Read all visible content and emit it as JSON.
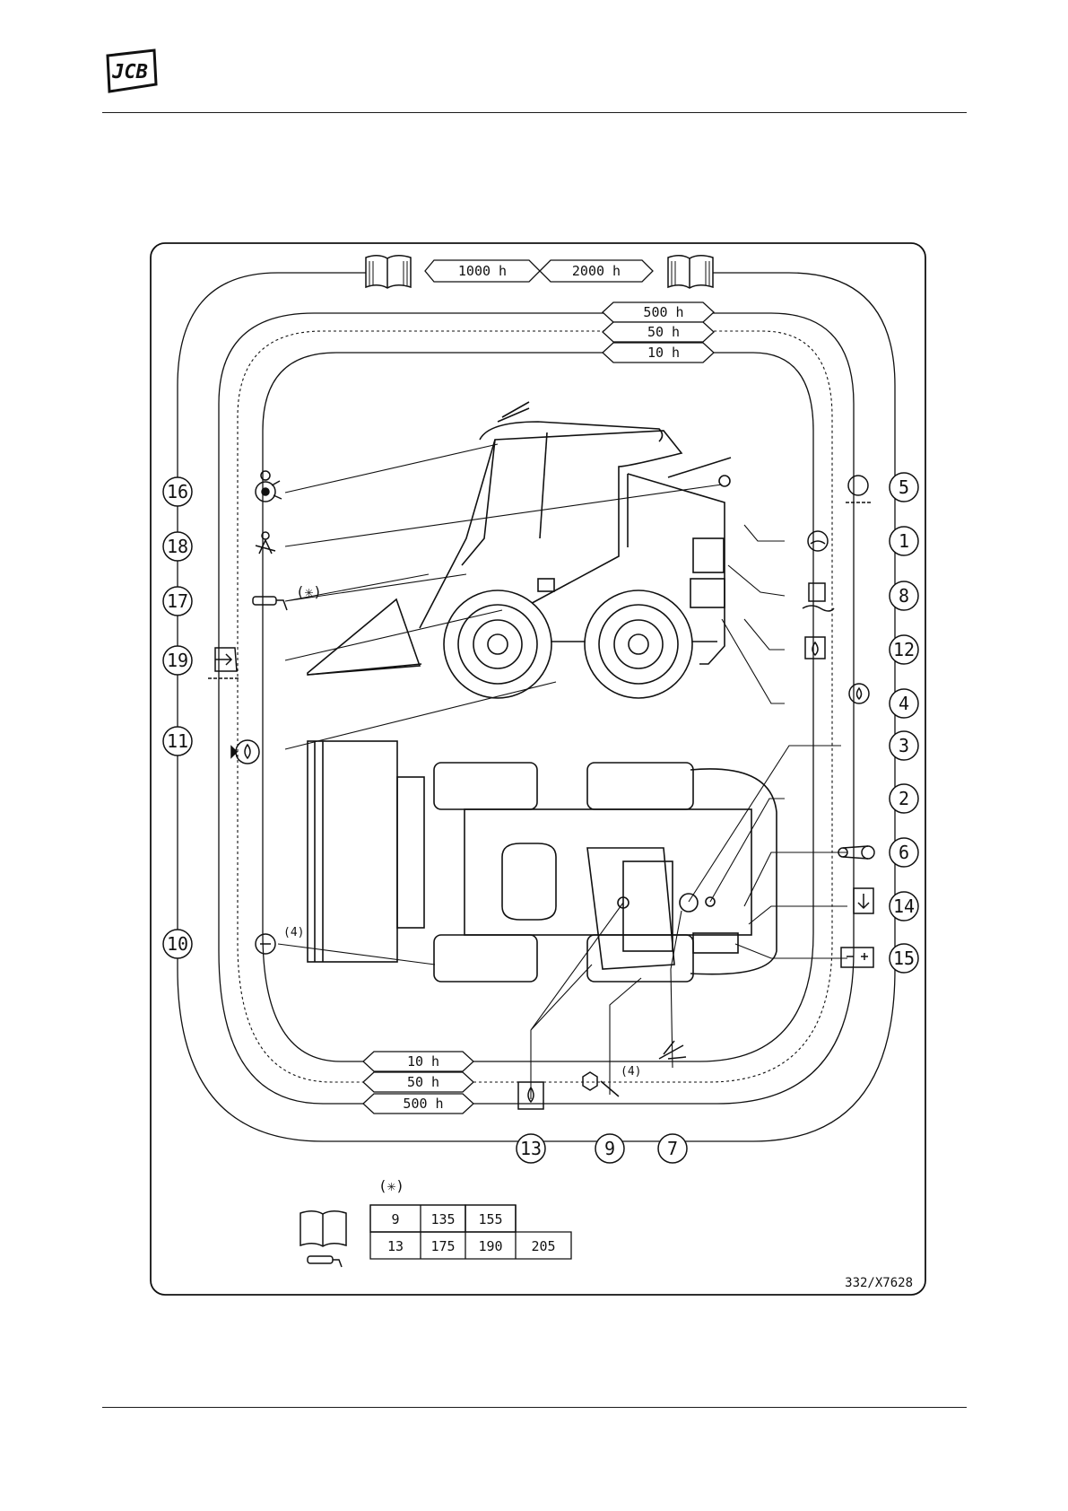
{
  "logo": {
    "text": "JCB"
  },
  "diagram": {
    "outer_label_left": "1000 h",
    "outer_label_right": "2000 h",
    "top_labels": [
      "500 h",
      "50 h",
      "10 h"
    ],
    "bottom_labels": [
      "10 h",
      "50 h",
      "500 h"
    ],
    "left_callouts": [
      "16",
      "18",
      "17",
      "19",
      "11",
      "10"
    ],
    "right_callouts": [
      "5",
      "1",
      "8",
      "12",
      "4",
      "3",
      "2",
      "6",
      "14",
      "15"
    ],
    "bottom_callouts": [
      "13",
      "9",
      "7"
    ],
    "asterisk_note": "(✳)",
    "four_note": "(4)",
    "reference": "332/X7628"
  },
  "table": {
    "header": "(✳)",
    "rows": [
      [
        "9",
        "135",
        "155",
        ""
      ],
      [
        "13",
        "175",
        "190",
        "205"
      ]
    ]
  }
}
